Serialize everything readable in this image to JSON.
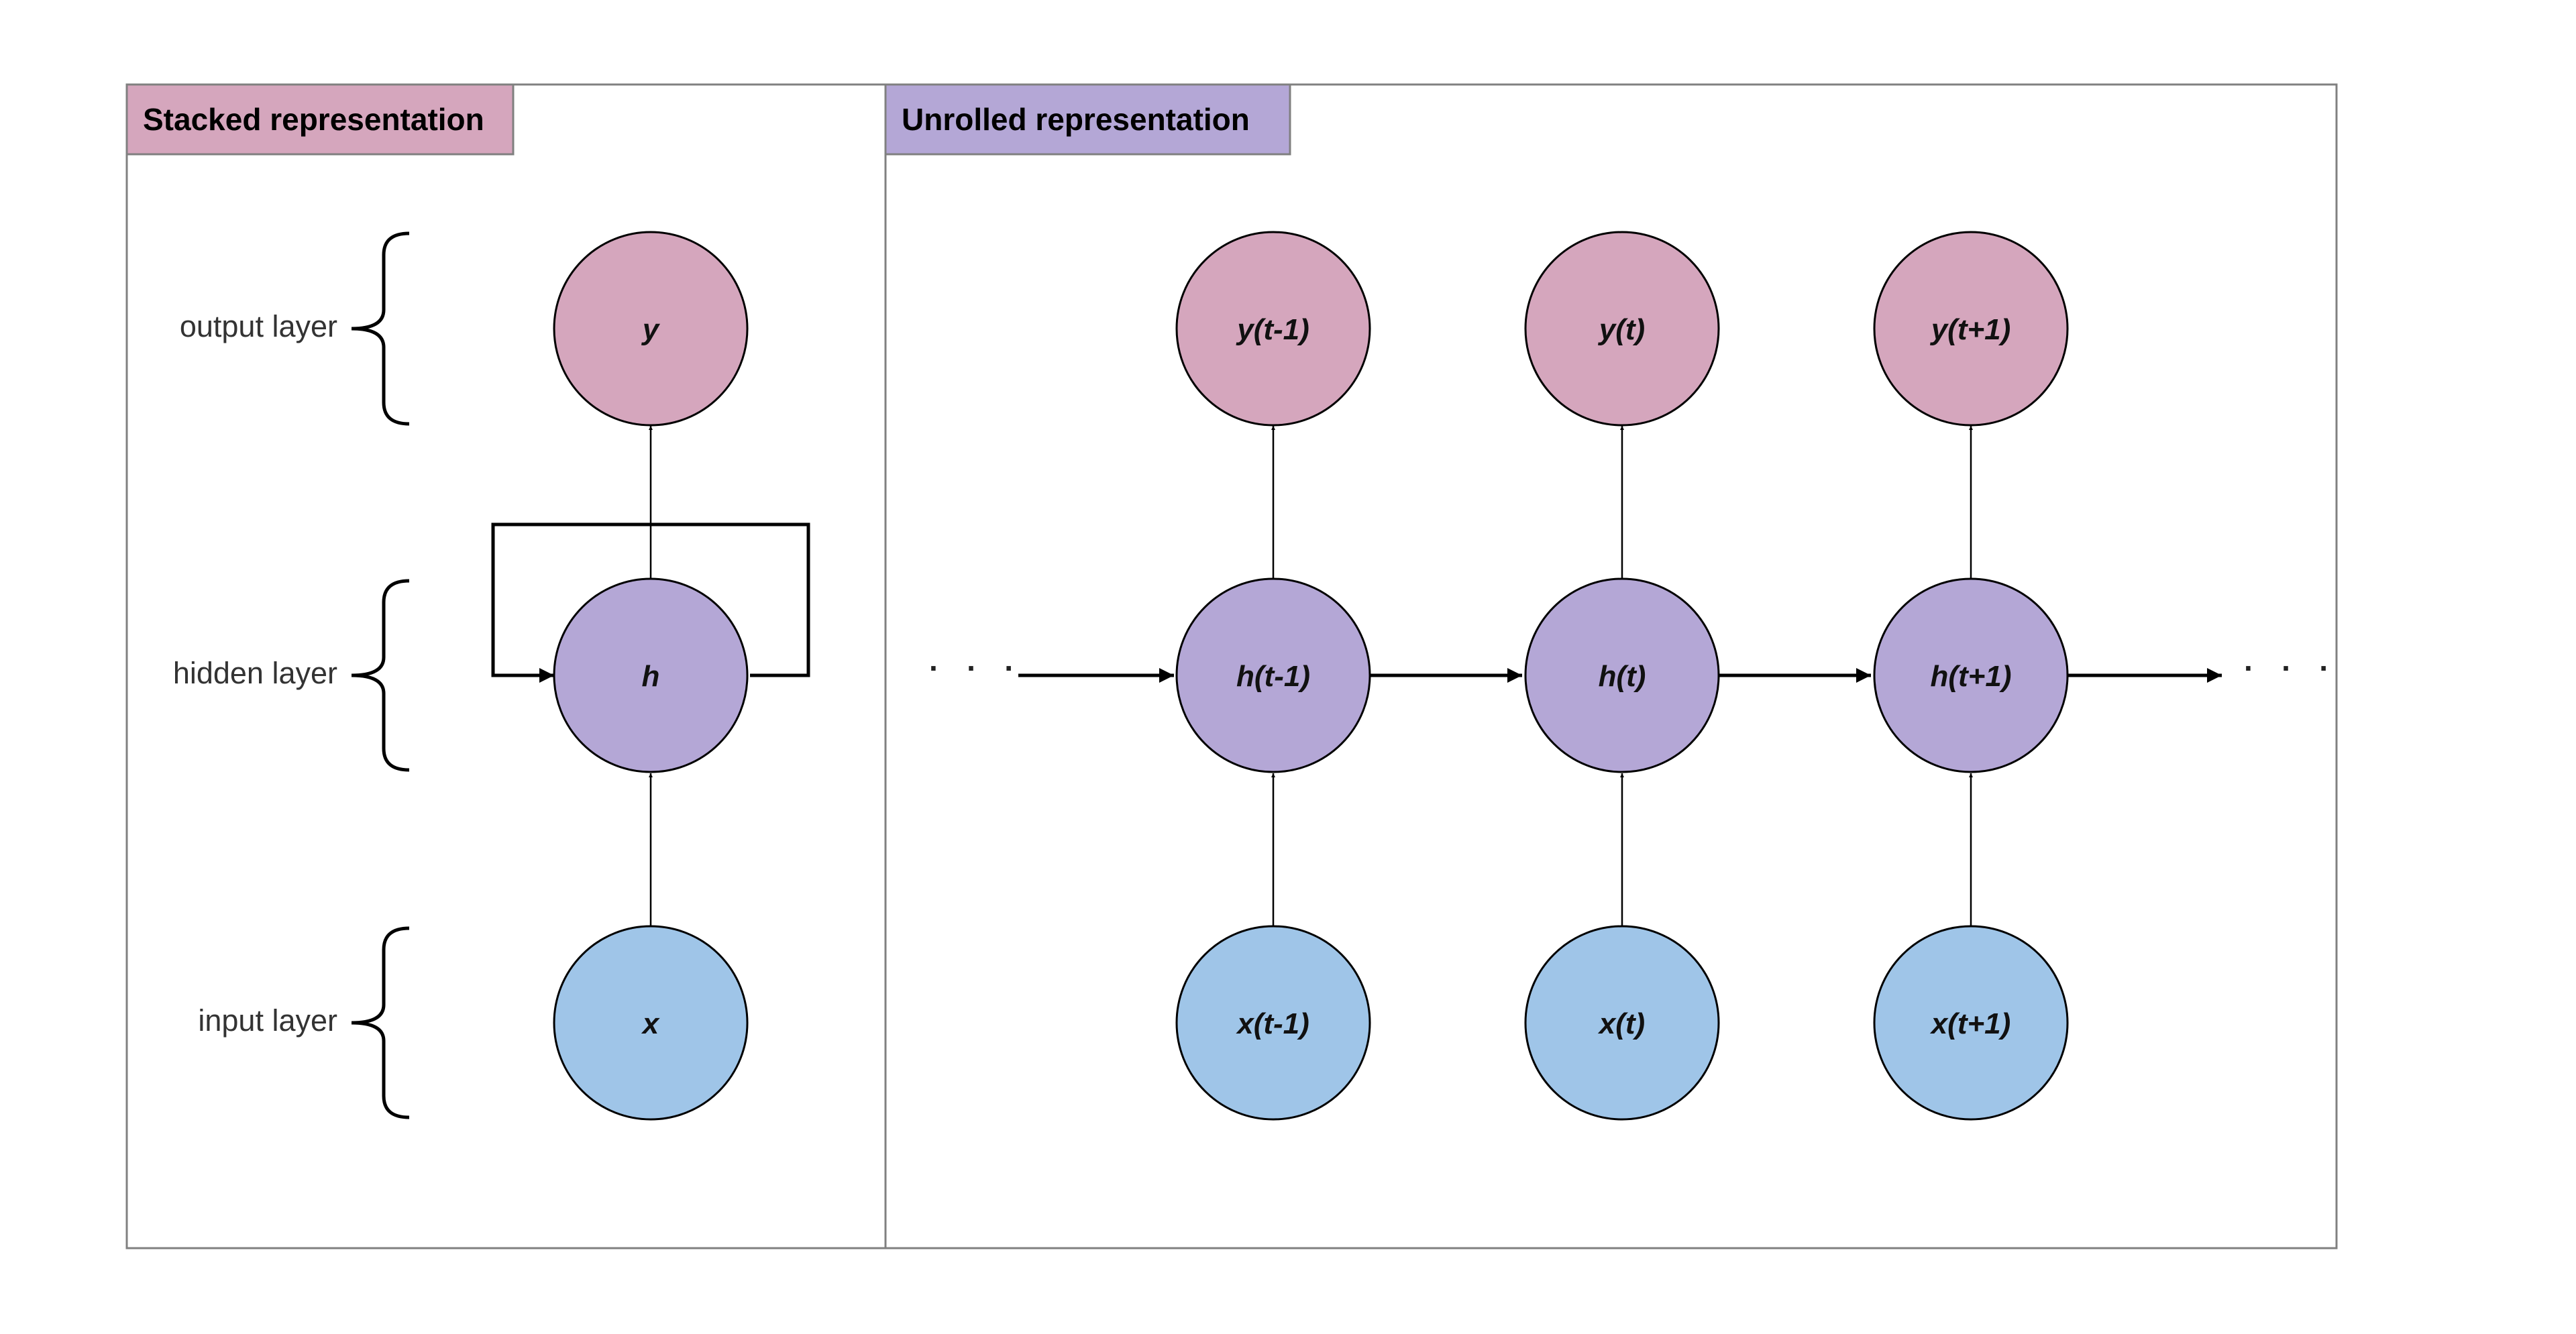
{
  "colors": {
    "output": "#d5a6bd",
    "hidden": "#b4a7d6",
    "input": "#9fc5e8",
    "stroke": "#000000",
    "panel_border": "#808080"
  },
  "stacked": {
    "title": "Stacked representation",
    "layers": {
      "output": "output layer",
      "hidden": "hidden layer",
      "input": "input layer"
    },
    "nodes": {
      "y": "y",
      "h": "h",
      "x": "x"
    }
  },
  "unrolled": {
    "title": "Unrolled representation",
    "ellipsis_left": "· · ·",
    "ellipsis_right": "· · ·",
    "columns": [
      {
        "y": "y(t-1)",
        "h": "h(t-1)",
        "x": "x(t-1)"
      },
      {
        "y": "y(t)",
        "h": "h(t)",
        "x": "x(t)"
      },
      {
        "y": "y(t+1)",
        "h": "h(t+1)",
        "x": "x(t+1)"
      }
    ]
  }
}
